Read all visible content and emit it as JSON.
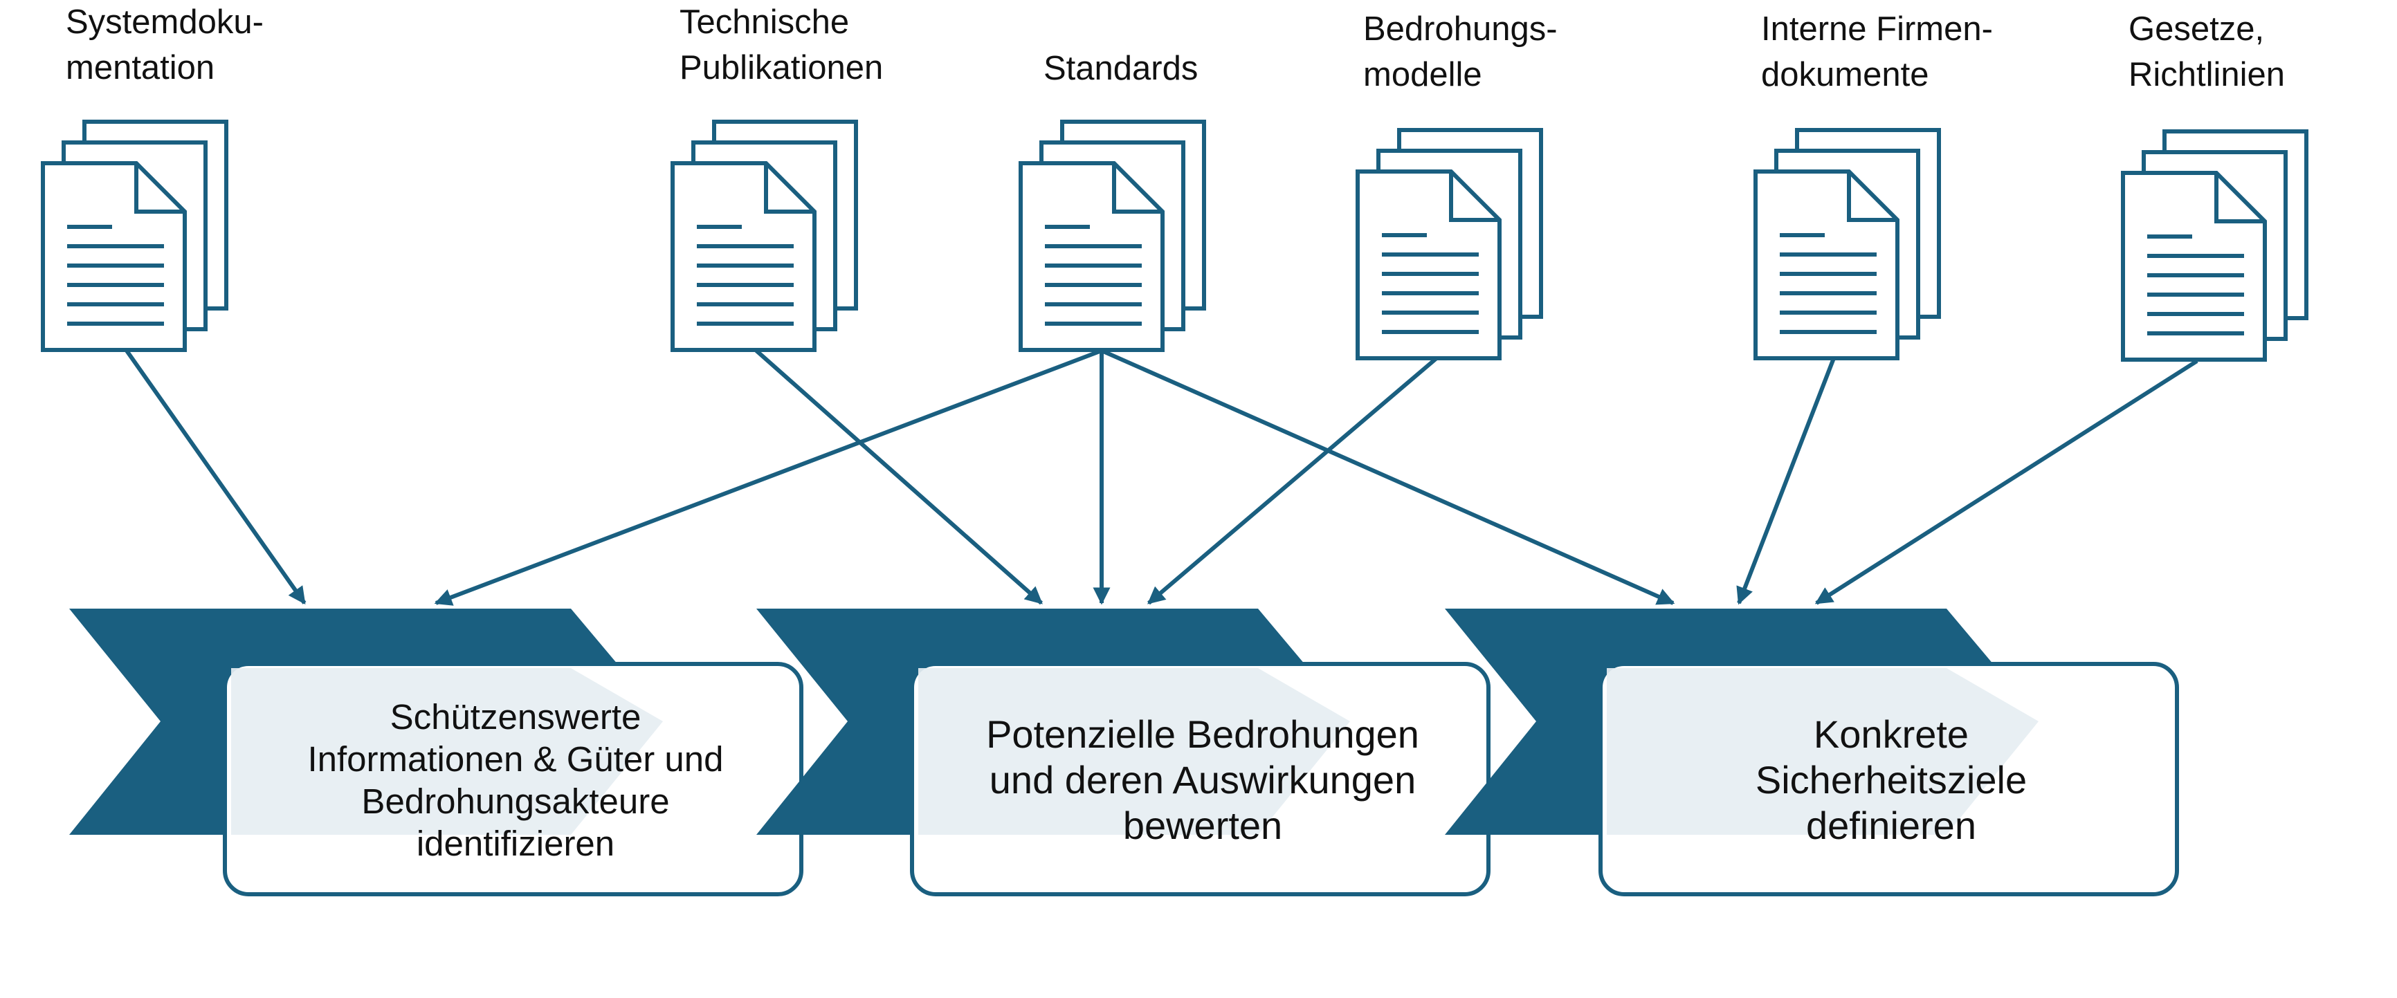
{
  "colors": {
    "primary": "#1a5f80",
    "box_fill": "#ffffff",
    "overlay": "#e6eef2",
    "text": "#111111"
  },
  "sources": [
    {
      "id": "systemdoku",
      "icon": "document-stack-icon",
      "label_lines": [
        "Systemdoku-",
        "mentation"
      ]
    },
    {
      "id": "technische",
      "icon": "document-stack-icon",
      "label_lines": [
        "Technische",
        "Publikationen"
      ]
    },
    {
      "id": "standards",
      "icon": "document-stack-icon",
      "label_lines": [
        "Standards"
      ]
    },
    {
      "id": "bedrohungsmodelle",
      "icon": "document-stack-icon",
      "label_lines": [
        "Bedrohungs-",
        "modelle"
      ]
    },
    {
      "id": "interne",
      "icon": "document-stack-icon",
      "label_lines": [
        "Interne Firmen-",
        "dokumente"
      ]
    },
    {
      "id": "gesetze",
      "icon": "document-stack-icon",
      "label_lines": [
        "Gesetze,",
        "Richtlinien"
      ]
    }
  ],
  "steps": [
    {
      "id": "step1",
      "text_lines": [
        "Schützenswerte",
        "Informationen & Güter und",
        "Bedrohungsakteure",
        "identifizieren"
      ]
    },
    {
      "id": "step2",
      "text_lines": [
        "Potenzielle Bedrohungen",
        "und deren Auswirkungen",
        "bewerten"
      ]
    },
    {
      "id": "step3",
      "text_lines": [
        "Konkrete",
        "Sicherheitsziele",
        "definieren"
      ]
    }
  ],
  "connections": [
    {
      "from": "systemdoku",
      "to": "step1"
    },
    {
      "from": "standards",
      "to": "step1"
    },
    {
      "from": "technische",
      "to": "step2"
    },
    {
      "from": "standards",
      "to": "step2"
    },
    {
      "from": "bedrohungsmodelle",
      "to": "step2"
    },
    {
      "from": "standards",
      "to": "step3"
    },
    {
      "from": "interne",
      "to": "step3"
    },
    {
      "from": "gesetze",
      "to": "step3"
    }
  ]
}
